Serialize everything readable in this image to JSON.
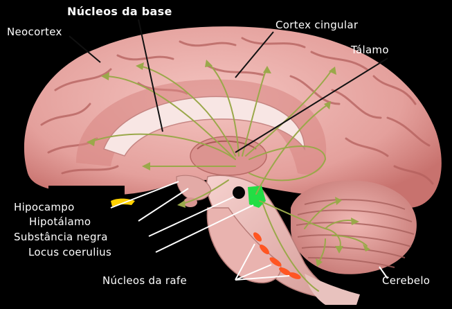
{
  "labels": {
    "basal_nuclei": "Núcleos da base",
    "neocortex": "Neocortex",
    "cingulate": "Cortex cingular",
    "thalamus": "Tálamo",
    "hippocampus": "Hipocampo",
    "hypothalamus": "Hipotálamo",
    "substantia_nigra": "Substância negra",
    "locus_coeruleus": "Locus coerulius",
    "raphe": "Núcleos da rafe",
    "cerebellum": "Cerebelo"
  },
  "colors": {
    "background": "#000000",
    "brain_tissue": "#e8a5a3",
    "gyri_shadow": "#b8615f",
    "pathways": "#9aa84a",
    "nucleus_green": "#22dd44",
    "raphe_orange": "#ff5522",
    "hippocampus_yellow": "#ffd000",
    "label_text": "#ffffff"
  }
}
